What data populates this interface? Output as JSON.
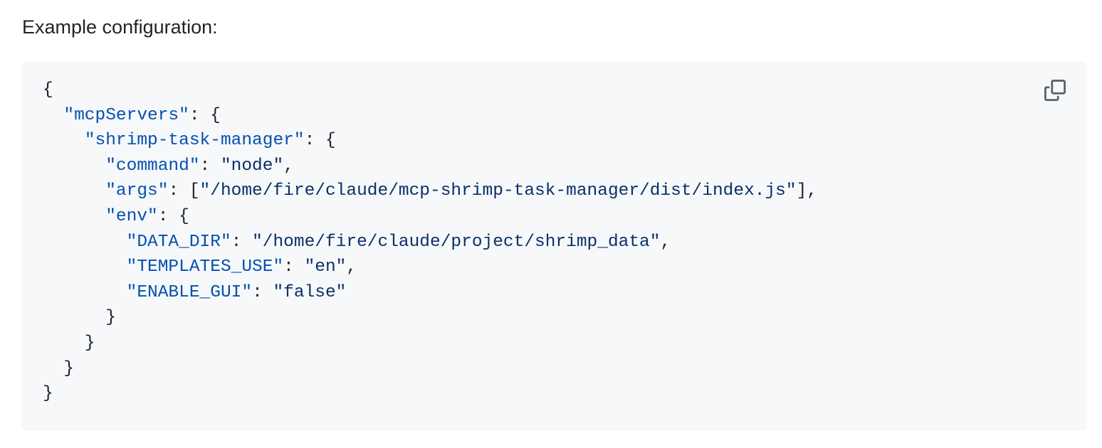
{
  "intro": {
    "text": "Example configuration:"
  },
  "code_block": {
    "language": "json",
    "copy_icon": "copy-icon",
    "lines": [
      [
        {
          "t": "punct",
          "v": "{"
        }
      ],
      [
        {
          "t": "punct",
          "v": "  "
        },
        {
          "t": "key",
          "v": "\"mcpServers\""
        },
        {
          "t": "punct",
          "v": ": {"
        }
      ],
      [
        {
          "t": "punct",
          "v": "    "
        },
        {
          "t": "key",
          "v": "\"shrimp-task-manager\""
        },
        {
          "t": "punct",
          "v": ": {"
        }
      ],
      [
        {
          "t": "punct",
          "v": "      "
        },
        {
          "t": "key",
          "v": "\"command\""
        },
        {
          "t": "punct",
          "v": ": "
        },
        {
          "t": "str",
          "v": "\"node\""
        },
        {
          "t": "punct",
          "v": ","
        }
      ],
      [
        {
          "t": "punct",
          "v": "      "
        },
        {
          "t": "key",
          "v": "\"args\""
        },
        {
          "t": "punct",
          "v": ": ["
        },
        {
          "t": "str",
          "v": "\"/home/fire/claude/mcp-shrimp-task-manager/dist/index.js\""
        },
        {
          "t": "punct",
          "v": "],"
        }
      ],
      [
        {
          "t": "punct",
          "v": "      "
        },
        {
          "t": "key",
          "v": "\"env\""
        },
        {
          "t": "punct",
          "v": ": {"
        }
      ],
      [
        {
          "t": "punct",
          "v": "        "
        },
        {
          "t": "key",
          "v": "\"DATA_DIR\""
        },
        {
          "t": "punct",
          "v": ": "
        },
        {
          "t": "str",
          "v": "\"/home/fire/claude/project/shrimp_data\""
        },
        {
          "t": "punct",
          "v": ","
        }
      ],
      [
        {
          "t": "punct",
          "v": "        "
        },
        {
          "t": "key",
          "v": "\"TEMPLATES_USE\""
        },
        {
          "t": "punct",
          "v": ": "
        },
        {
          "t": "str",
          "v": "\"en\""
        },
        {
          "t": "punct",
          "v": ","
        }
      ],
      [
        {
          "t": "punct",
          "v": "        "
        },
        {
          "t": "key",
          "v": "\"ENABLE_GUI\""
        },
        {
          "t": "punct",
          "v": ": "
        },
        {
          "t": "str",
          "v": "\"false\""
        }
      ],
      [
        {
          "t": "punct",
          "v": "      }"
        }
      ],
      [
        {
          "t": "punct",
          "v": "    }"
        }
      ],
      [
        {
          "t": "punct",
          "v": "  }"
        }
      ],
      [
        {
          "t": "punct",
          "v": "}"
        }
      ]
    ]
  },
  "colors": {
    "background": "#ffffff",
    "code_background": "#f6f8fa",
    "text": "#1f2328",
    "key": "#0550ae",
    "string": "#0a3069",
    "icon": "#59636e"
  }
}
